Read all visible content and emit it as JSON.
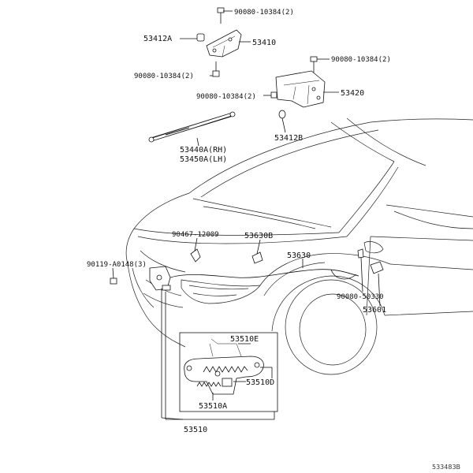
{
  "labels": {
    "p90080_top": "90080-10384(2)",
    "p53412A": "53412A",
    "p53410": "53410",
    "p90080_left": "90080-10384(2)",
    "p90080_right_top": "90080-10384(2)",
    "p90080_mid": "90080-10384(2)",
    "p53420": "53420",
    "p53440A": "53440A(RH)",
    "p53450A": "53450A(LH)",
    "p53412B": "53412B",
    "p90467": "90467-12009",
    "p53630B": "53630B",
    "p53630": "53630",
    "p90119": "90119-A0148(3)",
    "p53510E": "53510E",
    "p53510D": "53510D",
    "p53510A": "53510A",
    "p53510": "53510",
    "p90080_50330": "90080-50330",
    "p53601": "53601"
  },
  "diagram_id": "533483B"
}
